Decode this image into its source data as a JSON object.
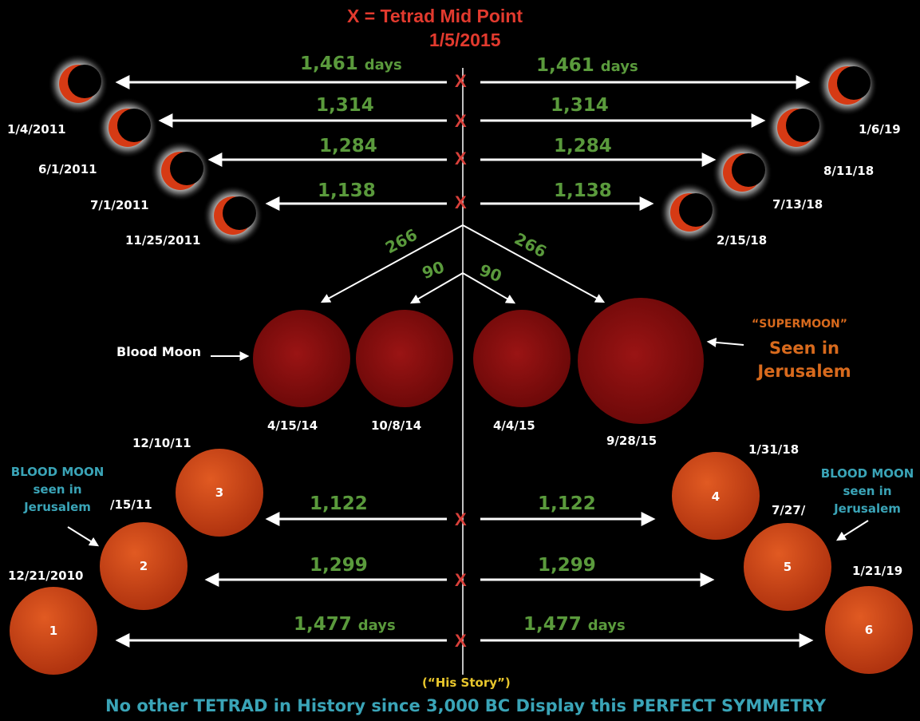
{
  "header": {
    "title": "X = Tetrad Mid Point",
    "date": "1/5/2015"
  },
  "x_mark": "X",
  "top_intervals": [
    {
      "left": "1,461",
      "left_unit": "days",
      "right": "1,461",
      "right_unit": "days"
    },
    {
      "left": "1,314",
      "left_unit": "",
      "right": "1,314",
      "right_unit": ""
    },
    {
      "left": "1,284",
      "left_unit": "",
      "right": "1,284",
      "right_unit": ""
    },
    {
      "left": "1,138",
      "left_unit": "",
      "right": "1,138",
      "right_unit": ""
    }
  ],
  "top_dates_left": [
    "1/4/2011",
    "6/1/2011",
    "7/1/2011",
    "11/25/2011"
  ],
  "top_dates_right": [
    "1/6/19",
    "8/11/18",
    "7/13/18",
    "2/15/18"
  ],
  "middle": {
    "diag_left": "266",
    "diag_right": "266",
    "inner_left": "90",
    "inner_right": "90",
    "blood_moon_label": "Blood Moon",
    "moon_dates": [
      "4/15/14",
      "10/8/14",
      "4/4/15",
      "9/28/15"
    ],
    "supermoon": "“SUPERMOON”",
    "seen_line1": "Seen in",
    "seen_line2": "Jerusalem"
  },
  "bottom_intervals": [
    {
      "left": "1,122",
      "left_unit": "",
      "right": "1,122",
      "right_unit": ""
    },
    {
      "left": "1,299",
      "left_unit": "",
      "right": "1,299",
      "right_unit": ""
    },
    {
      "left": "1,477",
      "left_unit": "days",
      "right": "1,477",
      "right_unit": "days"
    }
  ],
  "bottom_dates": {
    "d3": "12/10/11",
    "d2": "/15/11",
    "d1": "12/21/2010",
    "d4": "1/31/18",
    "d5": "7/27/",
    "d6": "1/21/19"
  },
  "bottom_numbers": [
    "1",
    "2",
    "3",
    "4",
    "5",
    "6"
  ],
  "blood_moon_seen_left": [
    "BLOOD MOON",
    "seen in",
    "Jerusalem"
  ],
  "blood_moon_seen_right": [
    "BLOOD MOON",
    "seen in",
    "Jerusalem"
  ],
  "his_story": "(“His Story”)",
  "footer": "No other TETRAD in History since 3,000 BC Display this PERFECT SYMMETRY",
  "colors": {
    "title": "#e23a2e",
    "interval": "#5a9a3c",
    "caption": "#3aa4b7",
    "supermoon": "#d86a1d",
    "his_story": "#e8c62c",
    "blood_moon": "#8e0d0d",
    "moon_orange": "#c8401a"
  }
}
